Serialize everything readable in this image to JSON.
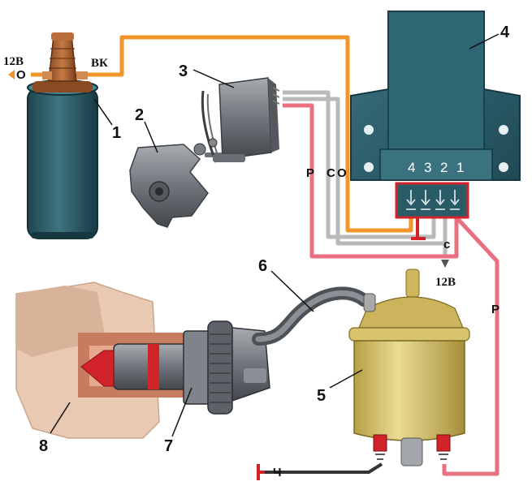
{
  "labels": {
    "coil": "1",
    "distributor": "2",
    "sensor": "3",
    "control_unit": "4",
    "valve": "5",
    "hose": "6",
    "economizer": "7",
    "carburetor": "8"
  },
  "wires": {
    "coil_12v": "12В",
    "coil_vk": "ВК",
    "p_left": "Р",
    "c_mid": "С",
    "o_mid": "О",
    "c_bottom": "с",
    "out_12v": "12В",
    "p_right": "Р",
    "ch_ground": "Ч"
  },
  "terminals": [
    "4",
    "3",
    "2",
    "1"
  ],
  "colors": {
    "orange": "#f0952a",
    "pink": "#e87080",
    "grey": "#b9b9b9",
    "black": "#222222",
    "unit": "#2e5f6b",
    "coil": "#2d5a66",
    "brass": "#d8c46c",
    "red": "#d2232a"
  }
}
